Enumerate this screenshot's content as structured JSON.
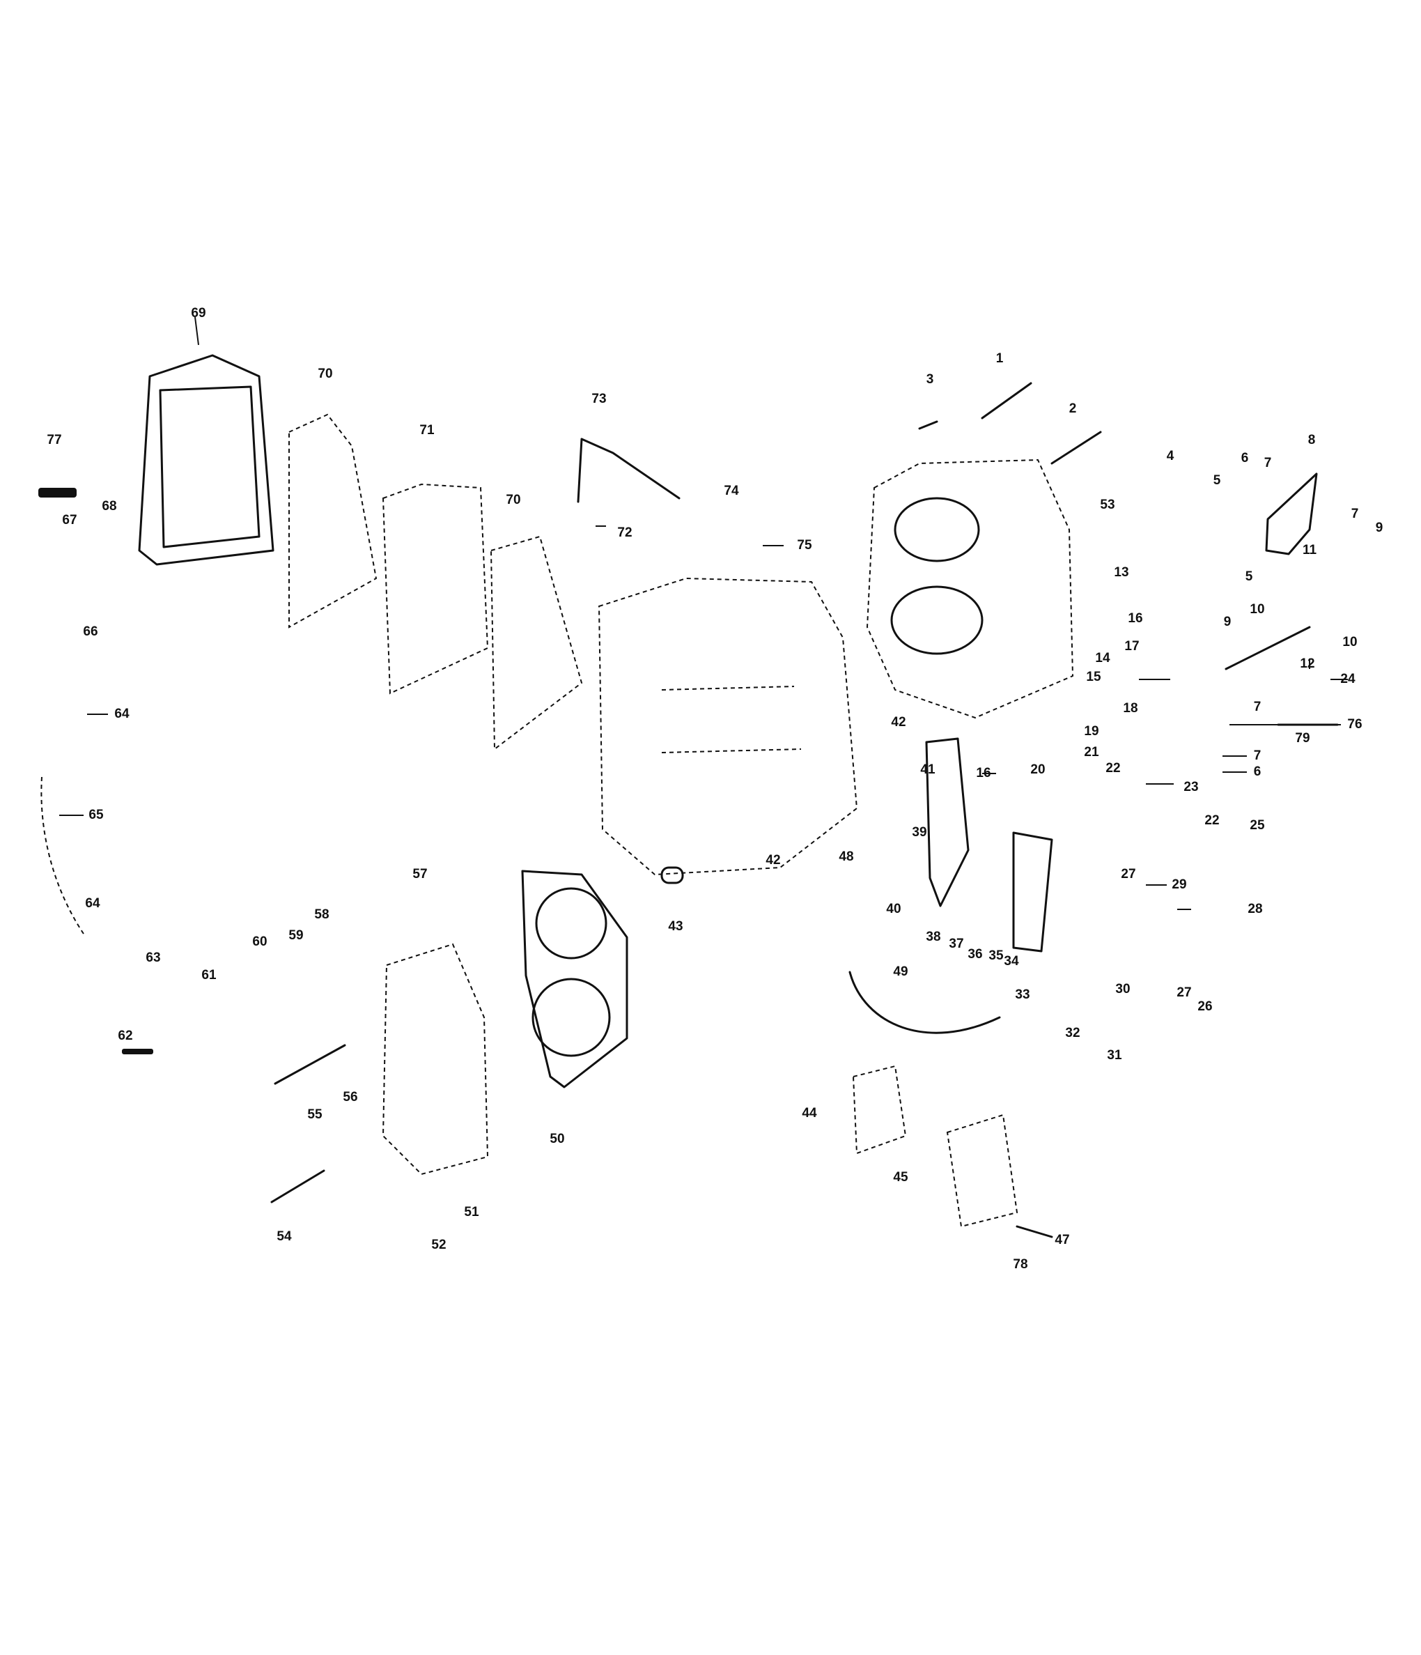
{
  "callouts": [
    "1",
    "2",
    "3",
    "4",
    "5",
    "5",
    "6",
    "6",
    "7",
    "7",
    "7",
    "7",
    "8",
    "9",
    "9",
    "10",
    "10",
    "11",
    "12",
    "13",
    "14",
    "15",
    "16",
    "16",
    "17",
    "18",
    "19",
    "20",
    "21",
    "22",
    "22",
    "23",
    "24",
    "25",
    "26",
    "27",
    "27",
    "28",
    "29",
    "30",
    "31",
    "32",
    "33",
    "34",
    "35",
    "36",
    "37",
    "38",
    "39",
    "40",
    "41",
    "42",
    "42",
    "43",
    "44",
    "45",
    "47",
    "48",
    "49",
    "50",
    "51",
    "52",
    "53",
    "54",
    "55",
    "56",
    "57",
    "58",
    "59",
    "60",
    "61",
    "62",
    "63",
    "64",
    "64",
    "65",
    "66",
    "67",
    "68",
    "69",
    "70",
    "70",
    "71",
    "72",
    "73",
    "74",
    "75",
    "76",
    "77",
    "78",
    "79"
  ],
  "colors": {
    "ink": "#111111",
    "paper": "#ffffff"
  }
}
